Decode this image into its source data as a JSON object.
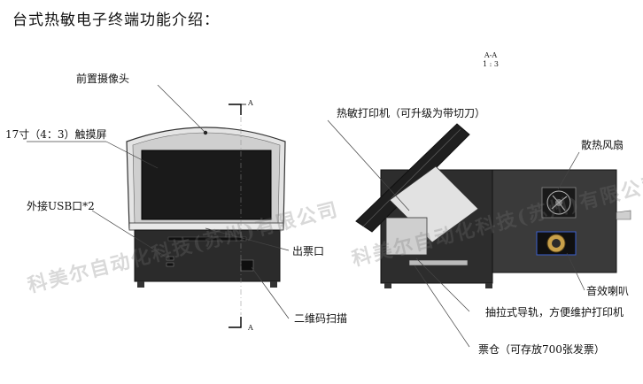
{
  "title": "台式热敏电子终端功能介绍：",
  "section": {
    "name": "A-A",
    "scale": "1 : 3",
    "marker": "A"
  },
  "labels": {
    "front_camera": "前置摄像头",
    "touchscreen": "17寸（4：3）触摸屏",
    "usb": "外接USB口*2",
    "ticket_outlet": "出票口",
    "qr_scanner": "二维码扫描",
    "thermal_printer": "热敏打印机（可升级为带切刀）",
    "cooling_fan": "散热风扇",
    "speaker": "音效喇叭",
    "drawer_rail": "抽拉式导轨，方便维护打印机",
    "ticket_bin": "票仓（可存放700张发票）"
  },
  "watermark": "科美尔自动化科技(苏州)有限公司",
  "colors": {
    "screen": "#1a1a1a",
    "body_dark": "#2b2b2b",
    "frame": "#d9d9d9",
    "line": "#333333"
  }
}
